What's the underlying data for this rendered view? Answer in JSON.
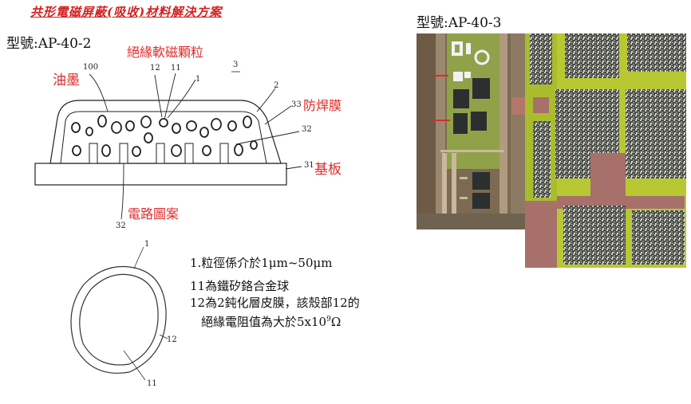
{
  "header": {
    "title": "共形電磁屏蔽(吸收)材料解決方案"
  },
  "left": {
    "model": "型號:AP-40-2",
    "labels": {
      "ink": "油墨",
      "particle": "絕緣軟磁顆粒",
      "solder_mask": "防焊膜",
      "substrate": "基板",
      "circuit": "電路圖案"
    },
    "refs": {
      "r100": "100",
      "r12": "12",
      "r11": "11",
      "r1": "1",
      "r3": "3",
      "r2": "2",
      "r33": "33",
      "r32a": "32",
      "r31": "31",
      "r32b": "32"
    },
    "sphere_refs": {
      "s1": "1",
      "s12": "12",
      "s11": "11"
    }
  },
  "notes": {
    "line1": "1.粒徑係介於1μm~50μm",
    "line2": "11為鐵矽鉻合金球",
    "line3": "12為2鈍化層皮膜，該殼部12的",
    "line4_prefix": "絕緣電阻值為大於5x10",
    "line4_exp": "9",
    "line4_unit": "Ω"
  },
  "right": {
    "model": "型號:AP-40-3"
  }
}
